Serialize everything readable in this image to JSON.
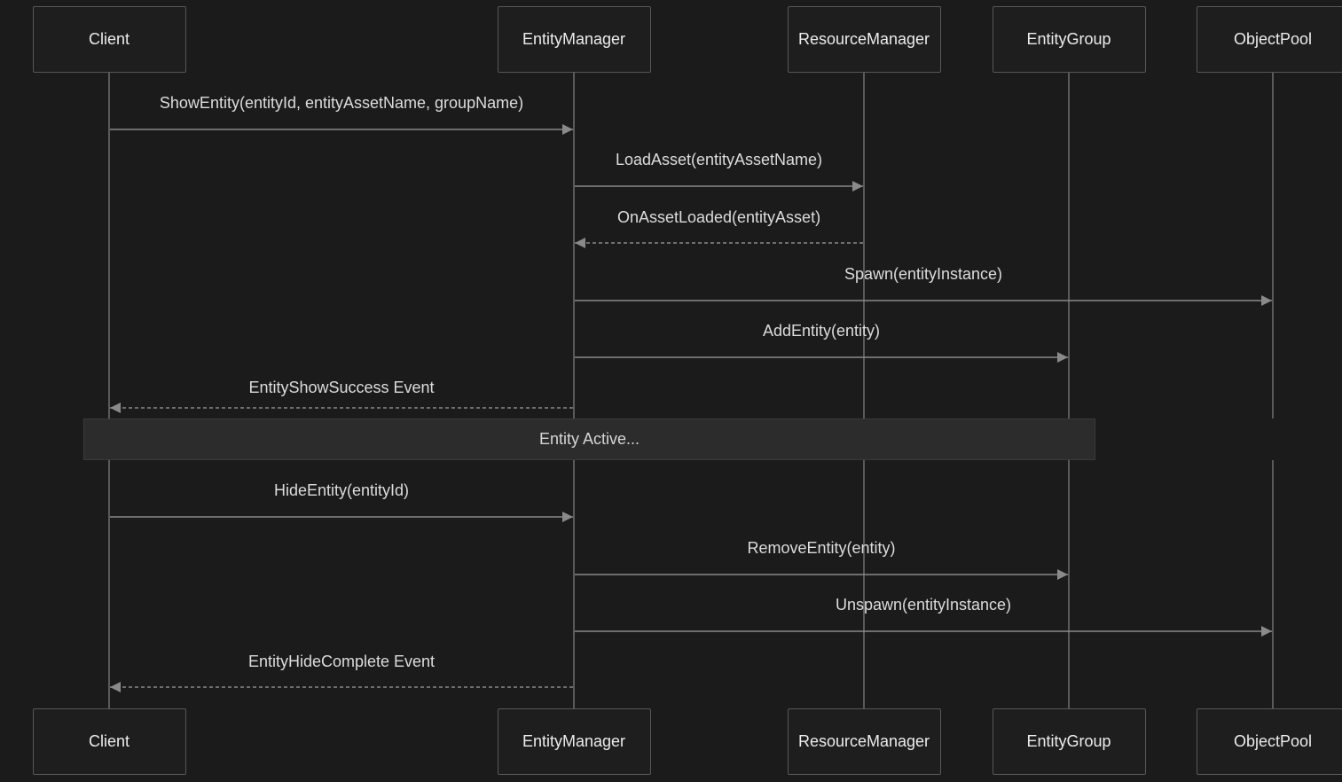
{
  "participants": [
    "Client",
    "EntityManager",
    "ResourceManager",
    "EntityGroup",
    "ObjectPool"
  ],
  "messages": [
    {
      "from": "Client",
      "to": "EntityManager",
      "text": "ShowEntity(entityId, entityAssetName, groupName)",
      "style": "solid"
    },
    {
      "from": "EntityManager",
      "to": "ResourceManager",
      "text": "LoadAsset(entityAssetName)",
      "style": "solid"
    },
    {
      "from": "ResourceManager",
      "to": "EntityManager",
      "text": "OnAssetLoaded(entityAsset)",
      "style": "dashed"
    },
    {
      "from": "EntityManager",
      "to": "ObjectPool",
      "text": "Spawn(entityInstance)",
      "style": "solid"
    },
    {
      "from": "EntityManager",
      "to": "EntityGroup",
      "text": "AddEntity(entity)",
      "style": "solid"
    },
    {
      "from": "EntityManager",
      "to": "Client",
      "text": "EntityShowSuccess  Event",
      "style": "dashed"
    },
    {
      "from": "Client",
      "to": "EntityManager",
      "text": "HideEntity(entityId)",
      "style": "solid"
    },
    {
      "from": "EntityManager",
      "to": "EntityGroup",
      "text": "RemoveEntity(entity)",
      "style": "solid"
    },
    {
      "from": "EntityManager",
      "to": "ObjectPool",
      "text": "Unspawn(entityInstance)",
      "style": "solid"
    },
    {
      "from": "EntityManager",
      "to": "Client",
      "text": "EntityHideComplete  Event",
      "style": "dashed"
    }
  ],
  "note": {
    "text": "Entity  Active...",
    "over": [
      "Client",
      "EntityGroup"
    ]
  },
  "colors": {
    "background": "#1b1b1b",
    "lifeline": "#5a5a5a",
    "arrow": "#8a8a8a",
    "box_border": "#575757",
    "text": "#e6e6e6",
    "note_fill": "#2c2c2c"
  }
}
